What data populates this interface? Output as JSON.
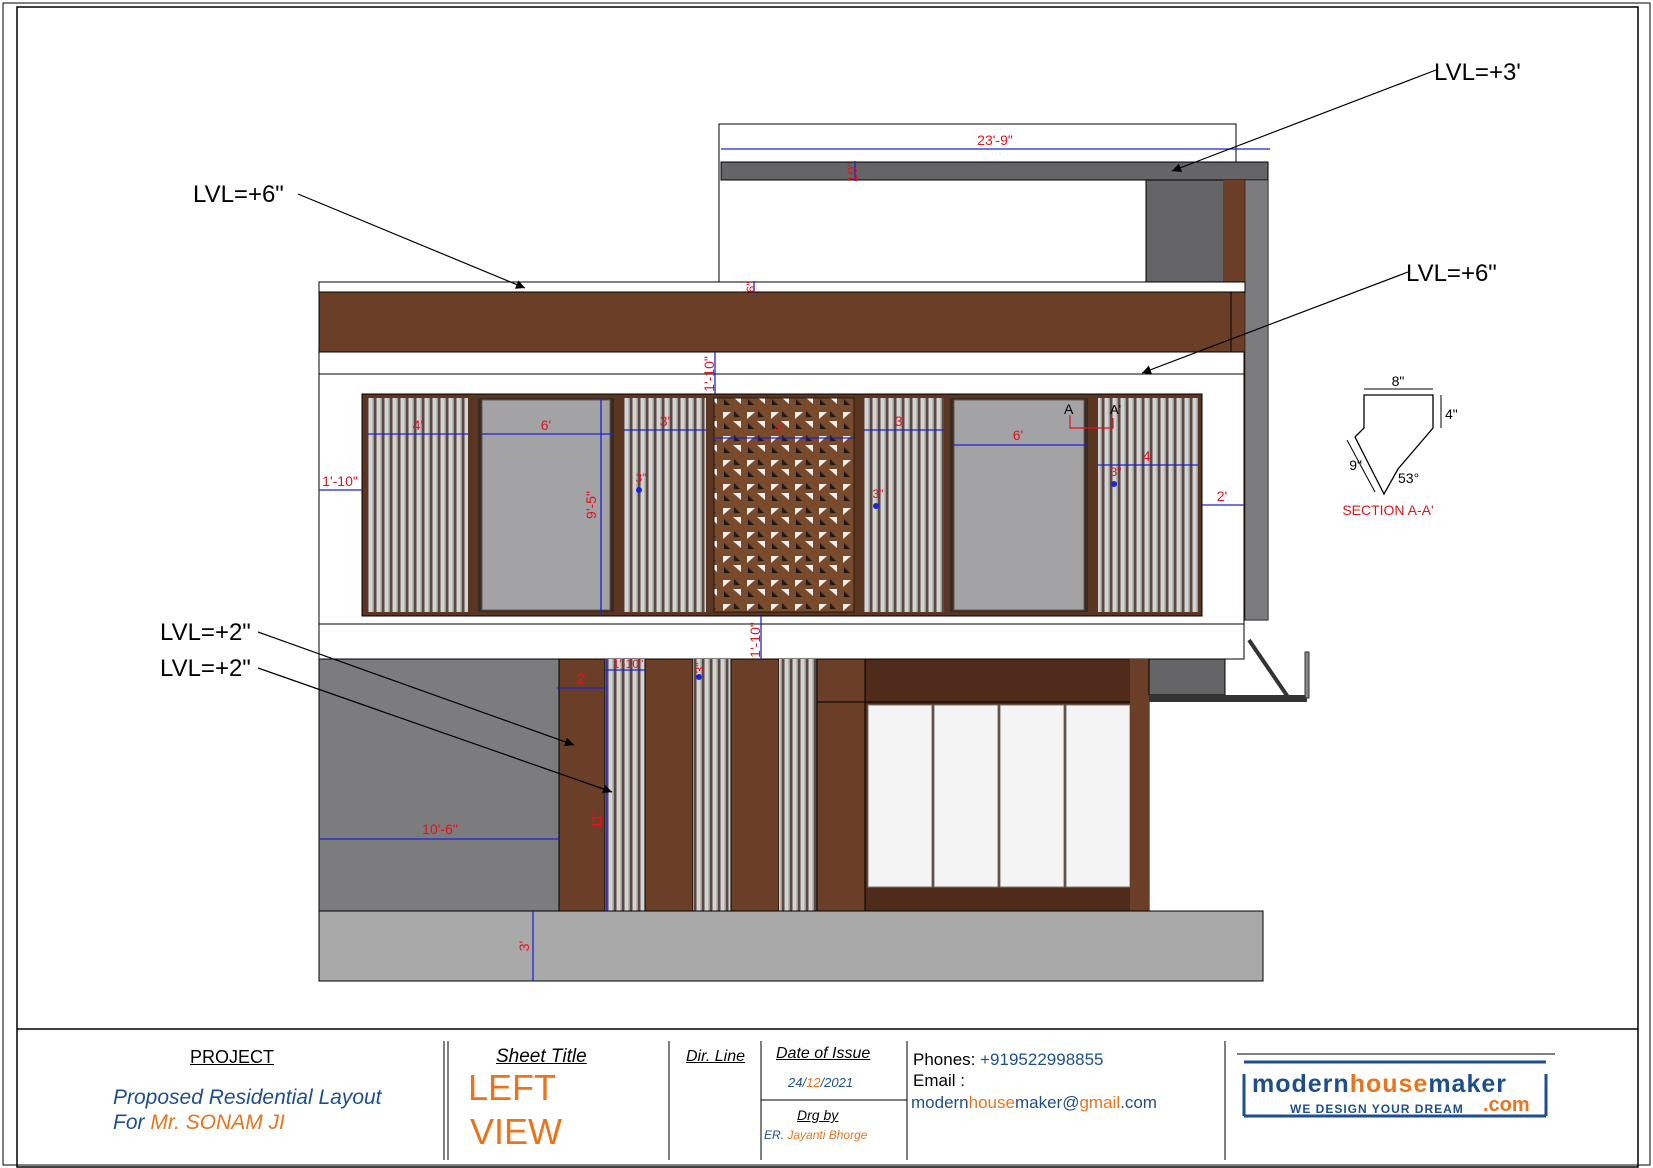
{
  "drawing": {
    "levels": [
      "LVL=+3'",
      "LVL=+6\"",
      "LVL=+6\"",
      "LVL=+2\"",
      "LVL=+2\""
    ],
    "dimensions": {
      "top_width": "23'-9\"",
      "top_slab": "10\"",
      "parapet": "6\"",
      "band_top": "1'-10\"",
      "band_bottom": "1'-10\"",
      "left_offset": "1'-10\"",
      "right_offset": "2'",
      "panel_a": "4'",
      "window_left": "6'",
      "panel_b": "3'",
      "jaali": "4'",
      "panel_c": "3'",
      "window_right": "6'",
      "panel_d": "4'",
      "window_height": "9'-5\"",
      "fin_gap_1": "3\"",
      "fin_gap_2": "3\"",
      "fin_gap_3": "3\"",
      "ground_wall": "10'-6\"",
      "ground_col": "2'",
      "ground_fins": "1'-10\"",
      "ground_fin_gap": "3\"",
      "ground_height": "11'",
      "plinth": "3'"
    },
    "section": {
      "title": "SECTION A-A'",
      "top": "8\"",
      "side": "4\"",
      "slope": "9\"",
      "angle": "53°",
      "mark_a": "A",
      "mark_a2": "A'"
    }
  },
  "title_block": {
    "project_label": "PROJECT",
    "project_line1": "Proposed Residential Layout",
    "project_for": "For",
    "client": "Mr. SONAM  JI",
    "sheet_title_label": "Sheet Title",
    "sheet_title_1": "LEFT",
    "sheet_title_2": "VIEW",
    "dir_line_label": "Dir. Line",
    "date_label": "Date of Issue",
    "date_day": "24/",
    "date_month": "12",
    "date_year": "/2021",
    "drg_by_label": "Drg by",
    "drg_by_prefix": "ER.",
    "drg_by_name": "Jayanti Bhorge",
    "phones_label": "Phones:",
    "phone": "+919522998855",
    "email_label": "Email :",
    "email_p1": "modern",
    "email_p2": "house",
    "email_p3": "maker@",
    "email_p4": "gmail",
    "email_p5": ".com",
    "logo_modern": "modern",
    "logo_house": "house",
    "logo_maker": "maker",
    "logo_tagline": "WE DESIGN YOUR DREAM",
    "logo_com": ".com"
  },
  "colors": {
    "wood": "#6b3f27",
    "dark_wood": "#4f2b1b",
    "grey_wall": "#7c7b7d",
    "dark_grey": "#656467",
    "glass": "#a3a2a5",
    "plinth": "#a9a9a9",
    "dim_blue": "#1e22d8",
    "dim_red": "#e0141e"
  }
}
